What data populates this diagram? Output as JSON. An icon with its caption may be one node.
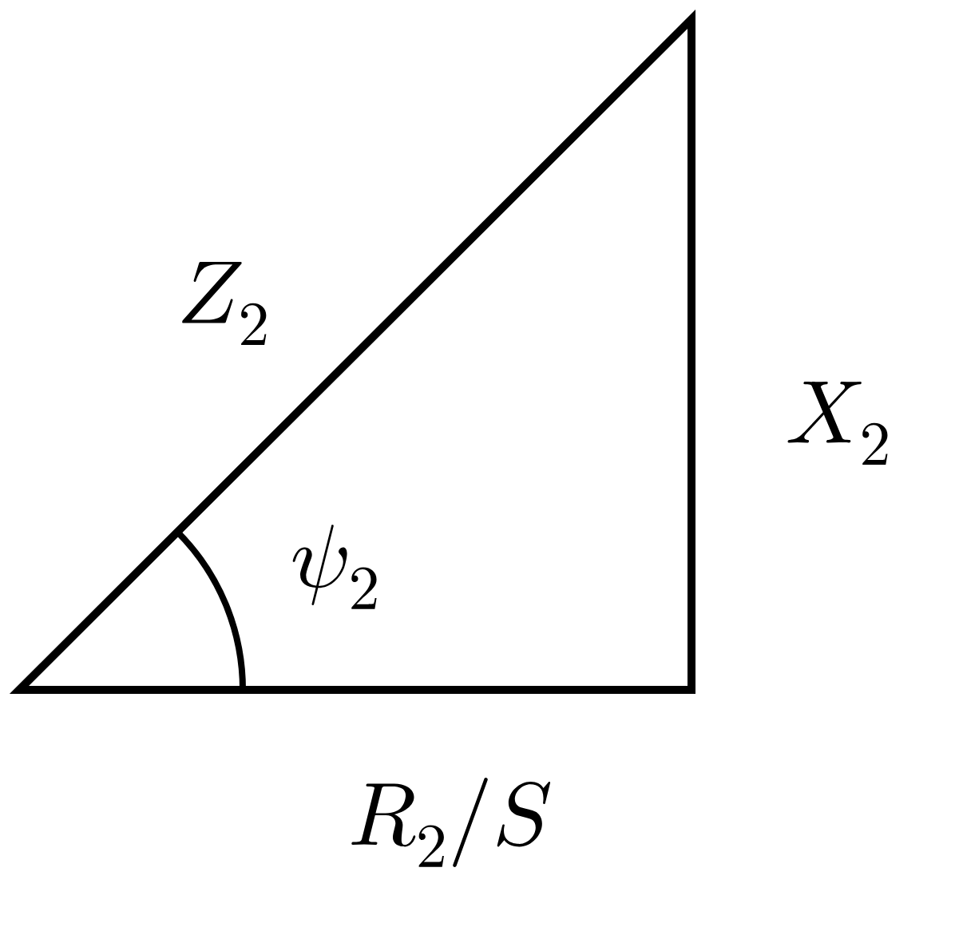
{
  "diagram": {
    "labels": [
      "Z_{2}",
      "X_{2}",
      "\\psi_{2}",
      "R_{2}/S"
    ]
  }
}
